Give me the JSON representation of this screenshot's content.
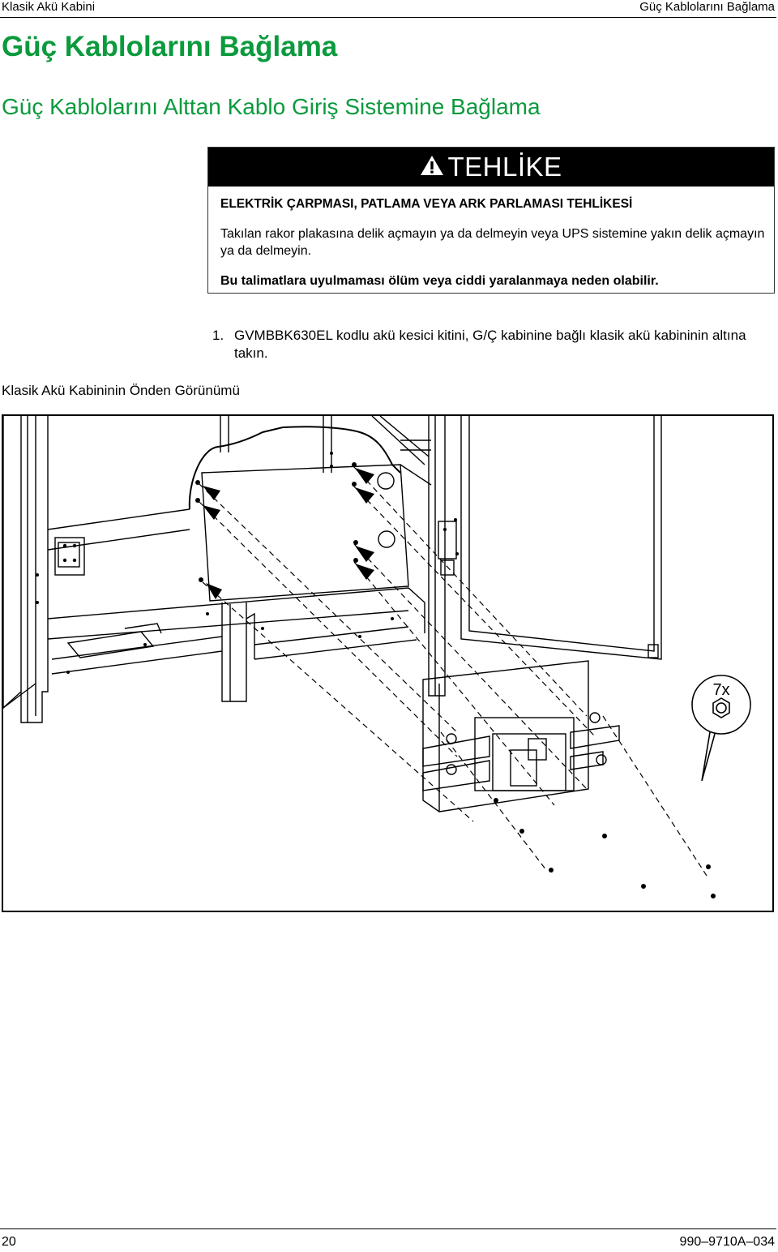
{
  "header": {
    "left": "Klasik Akü Kabini",
    "right": "Güç Kablolarını Bağlama"
  },
  "title": "Güç Kablolarını Bağlama",
  "subtitle": "Güç Kablolarını Alttan Kablo Giriş Sistemine Bağlama",
  "danger": {
    "label": "TEHLİKE",
    "hazard": "ELEKTRİK ÇARPMASI, PATLAMA VEYA ARK PARLAMASI TEHLİKESİ",
    "body": "Takılan rakor plakasına delik açmayın ya da delmeyin veya UPS sistemine yakın delik açmayın ya da delmeyin.",
    "consequence": "Bu talimatlara uyulmaması ölüm veya ciddi yaralanmaya neden olabilir."
  },
  "step": {
    "number": "1.",
    "text": "GVMBBK630EL kodlu akü kesici kitini, G/Ç kabinine bağlı klasik akü kabininin altına takın."
  },
  "figure": {
    "caption": "Klasik Akü Kabininin Önden Görünümü",
    "callout": "7x"
  },
  "footer": {
    "page": "20",
    "doc_id": "990–9710A–034"
  },
  "colors": {
    "heading": "#0b9a3d",
    "danger_bar": "#000000"
  }
}
